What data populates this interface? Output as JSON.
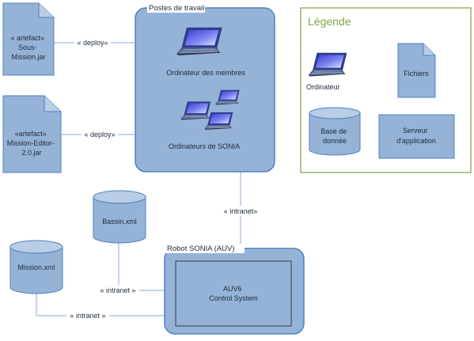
{
  "artefacts": {
    "sous_mission": [
      "« artefact»",
      "Sous-",
      "Mission.jar"
    ],
    "mission_editor": [
      "«artefact»",
      "Mission-Editor-",
      "2.0.jar"
    ]
  },
  "connectors": {
    "deploy_top": "« deploy»",
    "deploy_bottom": "« deploy»",
    "intranet_postes": "« intranet»",
    "intranet_bassin": "« intranet »",
    "intranet_mission": "« intranet »"
  },
  "postes": {
    "title": "Postes de travail",
    "membres": "Ordinateur des membres",
    "sonia": "Ordinateurs de SONIA"
  },
  "bassin": "Bassin.xml",
  "mission": "Mission.xml",
  "robot": {
    "title": "Robot SONIA (AUV)",
    "system": [
      "AUV6",
      "Control System"
    ]
  },
  "legend": {
    "title": "Légende",
    "ordinateur": "Ordinateur",
    "fichiers": "Fichiers",
    "base": [
      "Base de",
      "donnée"
    ],
    "serveur": [
      "Serveur",
      "d'application"
    ]
  },
  "colors": {
    "fill": "#95b3d7",
    "stroke": "#4f81bd",
    "legend_border": "#77a540",
    "legend_title": "#7aa844"
  }
}
